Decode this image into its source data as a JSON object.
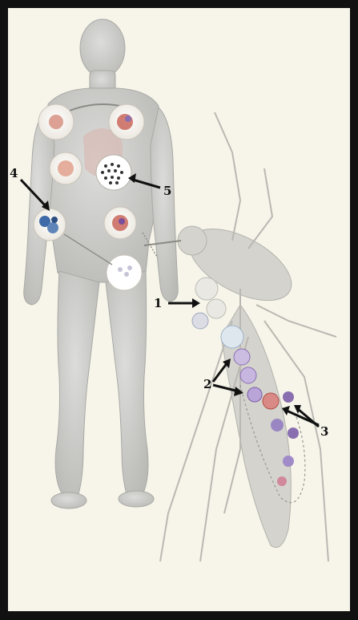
{
  "figure": {
    "labels": [
      {
        "id": "label-1",
        "text": "1"
      },
      {
        "id": "label-2",
        "text": "2"
      },
      {
        "id": "label-3",
        "text": "3"
      },
      {
        "id": "label-4",
        "text": "4"
      },
      {
        "id": "label-5",
        "text": "5"
      }
    ],
    "colors": {
      "border": "#111111",
      "background": "#f7f5ea",
      "body": "#cfcfcc",
      "mosquito": "#d4d3cd",
      "cell_red": "#c9665a",
      "cell_blue": "#5f84b8",
      "cell_purple": "#8a6fb0"
    },
    "icons": [
      "human-figure-icon",
      "mosquito-icon",
      "cell-icon",
      "arrow-icon"
    ]
  }
}
